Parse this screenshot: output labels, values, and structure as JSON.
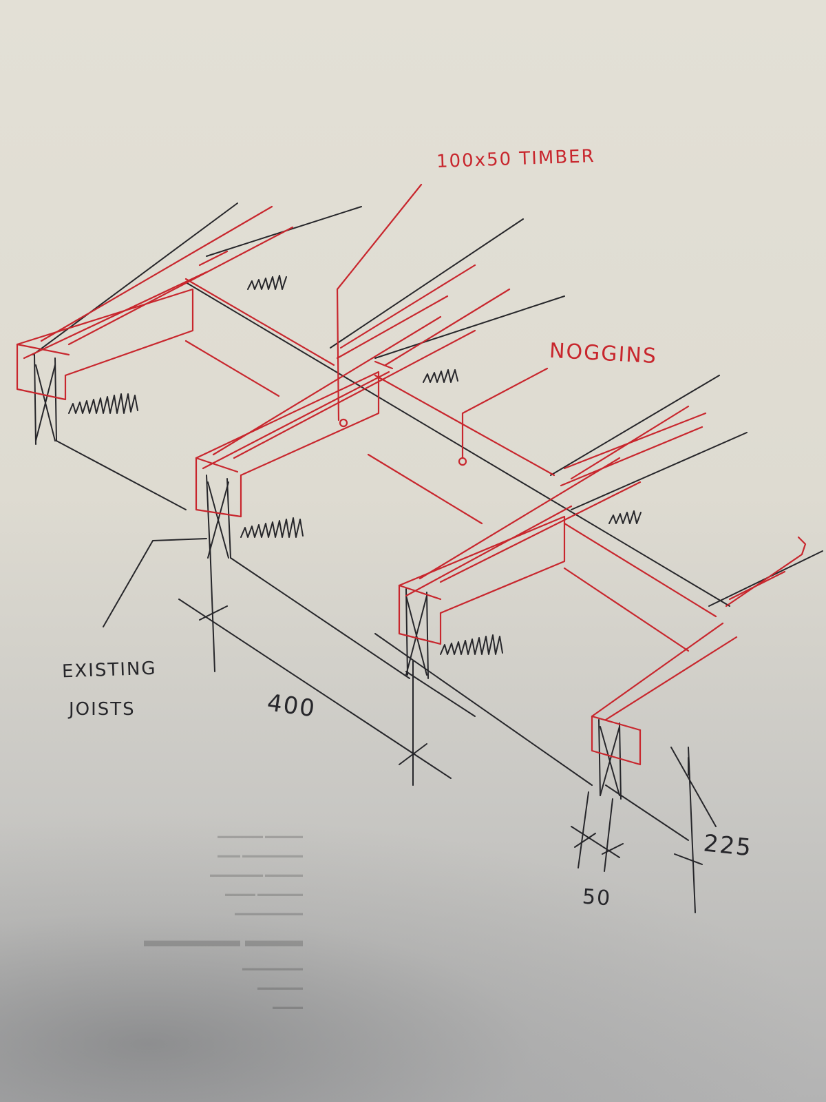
{
  "annotations": {
    "timber": "100x50 TIMBER",
    "noggins": "NOGGINS",
    "existing_line1": "EXISTING",
    "existing_line2": "JOISTS"
  },
  "dimensions": {
    "spacing": "400",
    "depth": "225",
    "width": "50"
  },
  "colors": {
    "paper": "#e3e0d6",
    "red_pen": "#c8262d",
    "black_pen": "#26262a"
  }
}
